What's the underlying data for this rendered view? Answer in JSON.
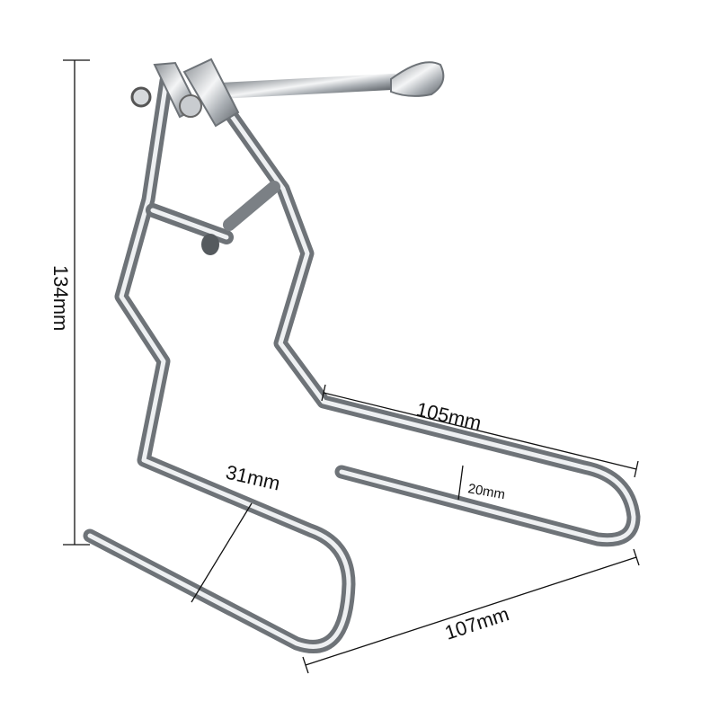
{
  "dimensions": {
    "height": "134mm",
    "length_upper": "105mm",
    "width": "31mm",
    "gap": "20mm",
    "length_base": "107mm"
  },
  "colors": {
    "metal_dark": "#6e7378",
    "metal_light": "#eef0f2",
    "line": "#111111"
  }
}
